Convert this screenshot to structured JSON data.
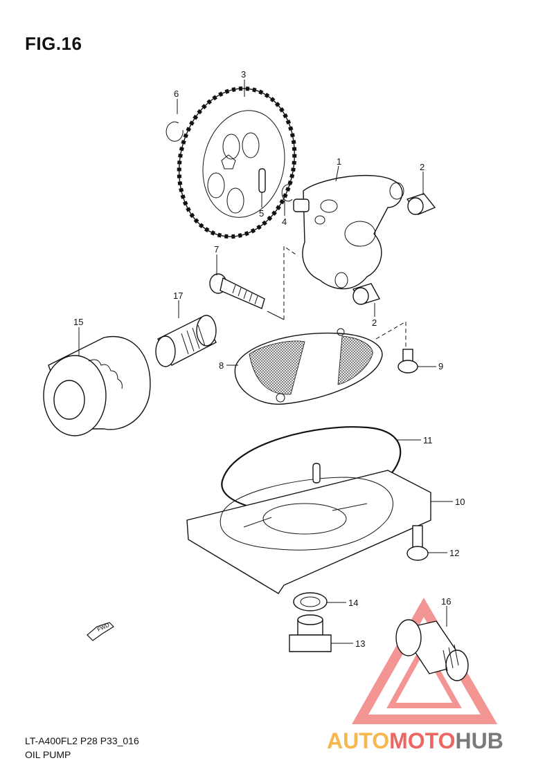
{
  "figure": {
    "title": "FIG.16",
    "code": "LT-A400FL2 P28 P33_016",
    "name": "OIL PUMP"
  },
  "fwd_label": "FWD",
  "watermark": {
    "text_a": "AUTO",
    "text_b": "MOTO",
    "text_c": "HUB",
    "color_a": "#f5a623",
    "color_b": "#e8403c",
    "color_c": "#5a5a5a"
  },
  "callouts": {
    "p1": "1",
    "p2a": "2",
    "p2b": "2",
    "p3": "3",
    "p4": "4",
    "p5": "5",
    "p6": "6",
    "p7": "7",
    "p8": "8",
    "p9": "9",
    "p10": "10",
    "p11": "11",
    "p12": "12",
    "p13": "13",
    "p14": "14",
    "p15": "15",
    "p16": "16",
    "p17": "17"
  }
}
